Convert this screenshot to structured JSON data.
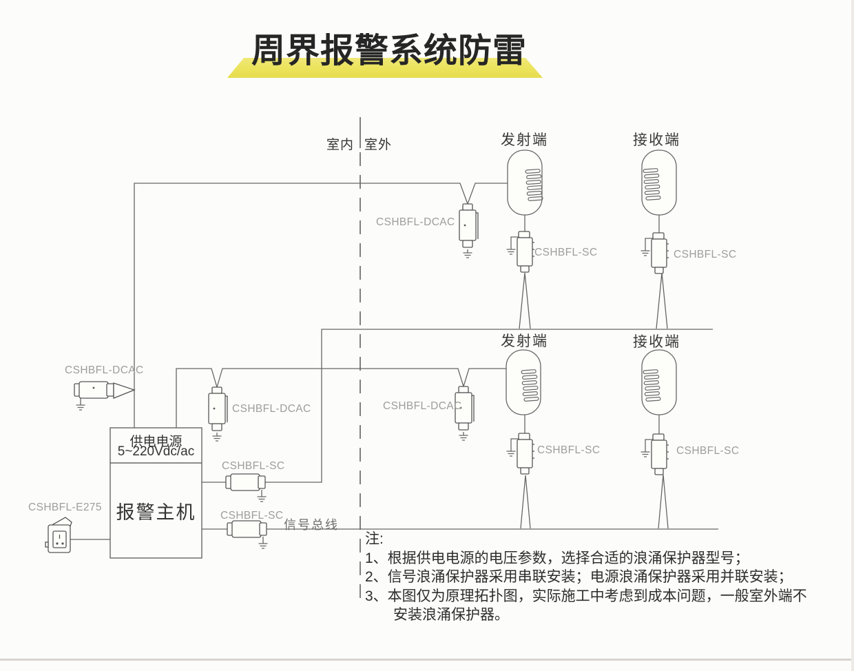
{
  "title": "周界报警系统防雷",
  "zones": {
    "indoor": "室内",
    "outdoor": "室外"
  },
  "endpoints": {
    "transmitter": "发射端",
    "receiver": "接收端"
  },
  "power_box": {
    "line1": "供电电源",
    "line2": "5~220Vdc/ac"
  },
  "alarm_host": "报警主机",
  "signal_bus": "信号总线",
  "device_models": {
    "dcac": "CSHBFL-DCAC",
    "sc": "CSHBFL-SC",
    "e275": "CSHBFL-E275"
  },
  "notes": {
    "heading": "注:",
    "items": [
      "1、根据供电电源的电压参数，选择合适的浪涌保护器型号；",
      "2、信号浪涌保护器采用串联安装；电源浪涌保护器采用并联安装；",
      "3、本图仅为原理拓扑图，实际施工中考虑到成本问题，一般室外端不",
      "安装浪涌保护器。"
    ]
  },
  "colors": {
    "highlight_yellow": "#ebe35a",
    "line_gray": "#6b6b6b",
    "model_label_gray": "#9d9d9d",
    "text_dark": "#2e2e2e"
  }
}
